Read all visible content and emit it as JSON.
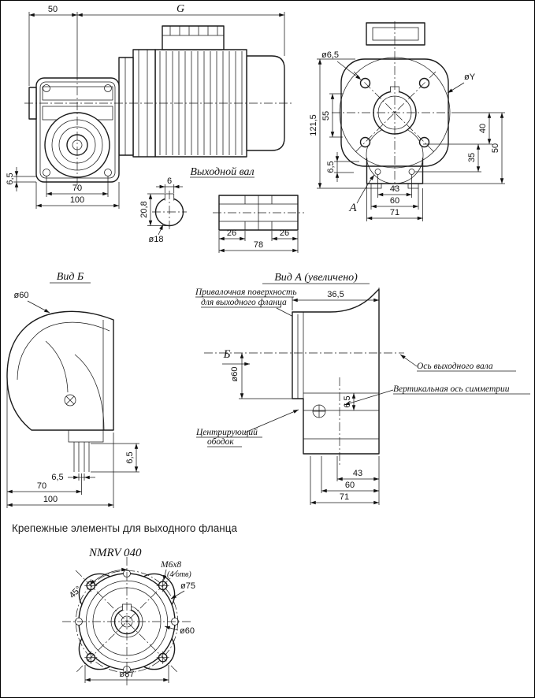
{
  "drawing": {
    "assembly_view": {
      "dim_50": "50",
      "dim_g": "G",
      "dim_6_5": "6,5",
      "dim_70": "70",
      "dim_100": "100"
    },
    "end_view": {
      "dim_d6_5": "ø6,5",
      "dim_dy": "øY",
      "dim_121_5": "121,5",
      "dim_55": "55",
      "dim_6_5": "6,5",
      "dim_40": "40",
      "dim_35": "35",
      "dim_50": "50",
      "dim_43": "43",
      "dim_60": "60",
      "dim_71": "71",
      "label_a": "А"
    },
    "shaft_view": {
      "title": "Выходной вал",
      "dim_6": "6",
      "dim_20_8": "20,8",
      "dim_d18": "ø18",
      "dim_26_left": "26",
      "dim_26_right": "26",
      "dim_78": "78"
    },
    "view_b": {
      "title": "Вид Б",
      "dim_d60": "ø60",
      "dim_6_5_v": "6,5",
      "dim_6_5_h": "6,5",
      "dim_70": "70",
      "dim_100": "100"
    },
    "view_a": {
      "title": "Вид А (увеличено)",
      "callout_surface_line1": "Привалочная поверхность",
      "callout_surface_line2": "для выходного фланца",
      "dim_36_5": "36,5",
      "label_b": "Б",
      "dim_d60": "ø60",
      "callout_axis_shaft": "Ось выходного вала",
      "callout_axis_symmetry": "Вертикальная ось симметрии",
      "callout_rim_line1": "Центрирующий",
      "callout_rim_line2": "ободок",
      "dim_6_5": "6,5",
      "dim_43": "43",
      "dim_60": "60",
      "dim_71": "71"
    },
    "fasteners": {
      "section_title": "Крепежные элементы для выходного фланца",
      "model": "NMRV 040",
      "dim_m6x8": "М6х8",
      "dim_holes": "(4 отв)",
      "dim_d75": "ø75",
      "dim_45deg": "45°",
      "dim_d60": "ø60",
      "dim_d87": "ø87"
    }
  }
}
